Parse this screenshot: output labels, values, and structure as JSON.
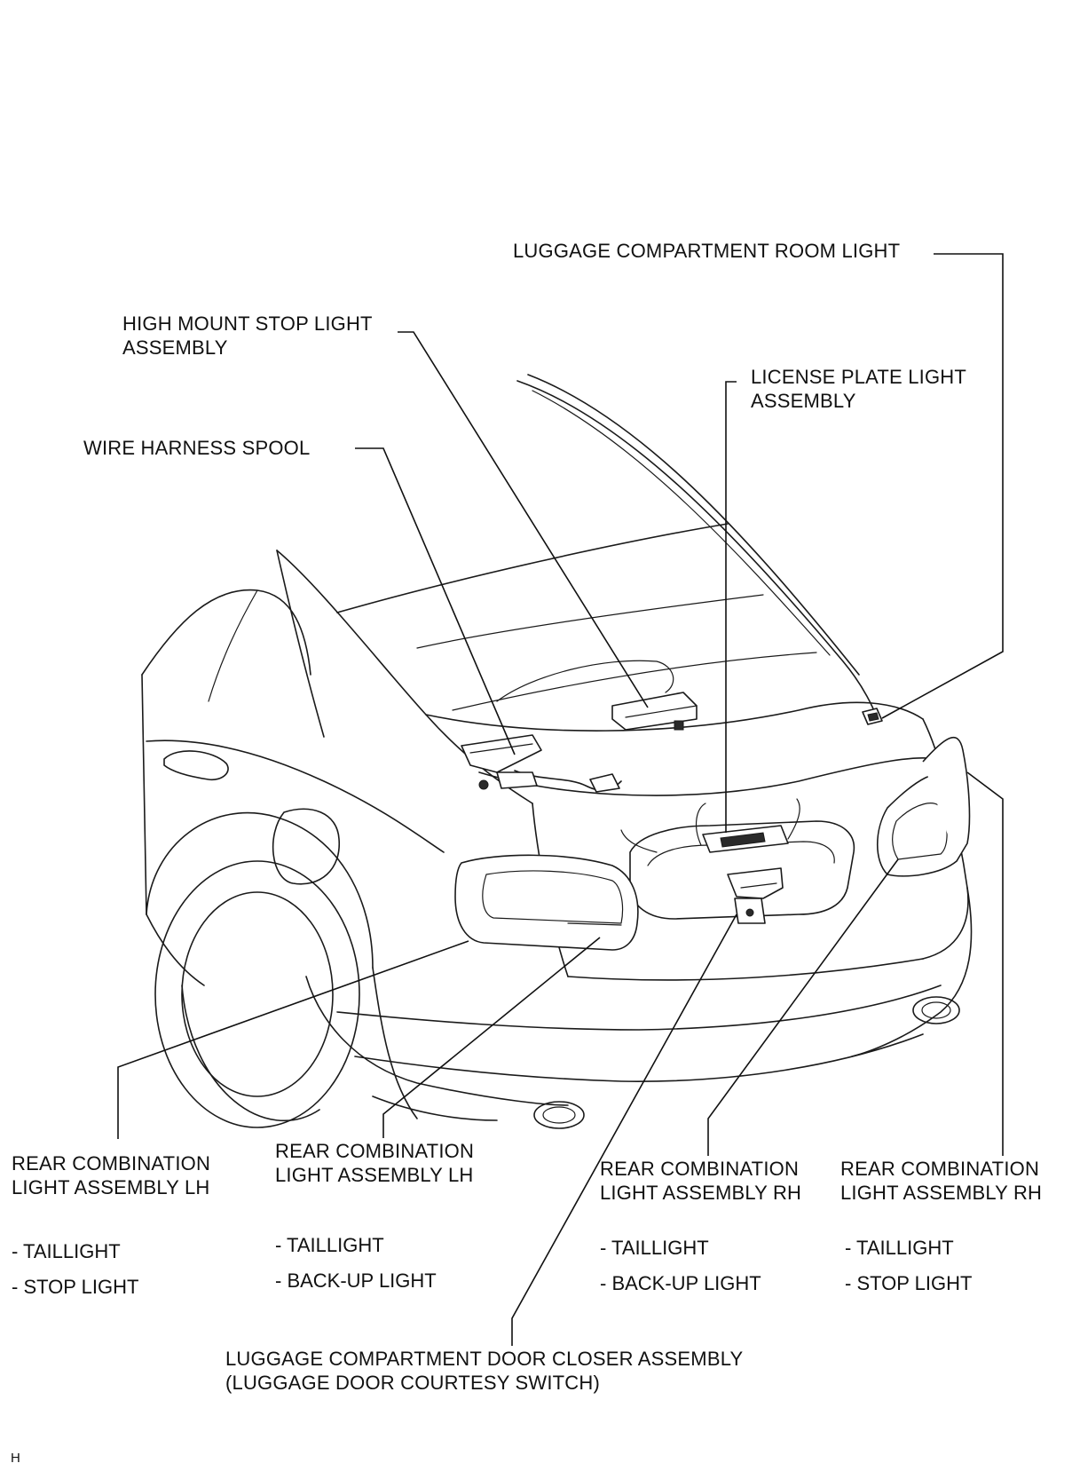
{
  "diagram": {
    "labels": {
      "room_light": "LUGGAGE COMPARTMENT ROOM LIGHT",
      "high_mount": [
        "HIGH MOUNT STOP LIGHT",
        "ASSEMBLY"
      ],
      "license_plate": [
        "LICENSE PLATE LIGHT",
        "ASSEMBLY"
      ],
      "spool": "WIRE HARNESS SPOOL",
      "rear_lh_outer": [
        "REAR COMBINATION",
        "LIGHT ASSEMBLY LH"
      ],
      "rear_lh_inner": [
        "REAR COMBINATION",
        "LIGHT ASSEMBLY LH"
      ],
      "rear_rh_inner": [
        "REAR COMBINATION",
        "LIGHT ASSEMBLY RH"
      ],
      "rear_rh_outer": [
        "REAR COMBINATION",
        "LIGHT ASSEMBLY RH"
      ],
      "door_closer": [
        "LUGGAGE COMPARTMENT DOOR CLOSER ASSEMBLY",
        "(LUGGAGE DOOR COURTESY SWITCH)"
      ]
    },
    "functions": {
      "rear_lh_outer": [
        "- TAILLIGHT",
        "- STOP LIGHT"
      ],
      "rear_lh_inner": [
        "- TAILLIGHT",
        "- BACK-UP LIGHT"
      ],
      "rear_rh_inner": [
        "- TAILLIGHT",
        "- BACK-UP LIGHT"
      ],
      "rear_rh_outer": [
        "- TAILLIGHT",
        "- STOP LIGHT"
      ]
    },
    "figure_code": "H"
  }
}
